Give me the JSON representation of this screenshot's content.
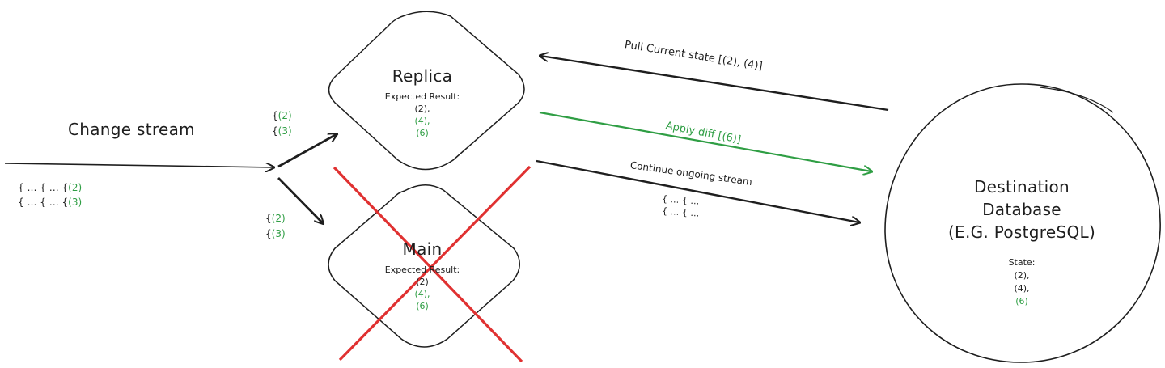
{
  "colors": {
    "black": "#1e1e1e",
    "green": "#2f9e44",
    "red": "#e03131"
  },
  "left": {
    "title": "Change stream",
    "stream_lines": [
      {
        "prefix": "{ …  { …  { ",
        "value": "(2)"
      },
      {
        "prefix": "{ …  { …  { ",
        "value": "(3)"
      }
    ]
  },
  "branches": {
    "upper": [
      {
        "prefix": "{ ",
        "value": "(2)"
      },
      {
        "prefix": "{ ",
        "value": "(3)"
      }
    ],
    "lower": [
      {
        "prefix": "{ ",
        "value": "(2)"
      },
      {
        "prefix": "{ ",
        "value": "(3)"
      }
    ]
  },
  "replica": {
    "title": "Replica",
    "label": "Expected Result:",
    "items": [
      "(2),",
      "(4),",
      "(6)"
    ]
  },
  "main": {
    "title": "Main",
    "label": "Expected Result:",
    "items": [
      "(2)",
      "(4),",
      "(6)"
    ]
  },
  "arrows": {
    "pull": "Pull Current state [(2), (4)]",
    "apply": "Apply diff [(6)]",
    "continue": "Continue ongoing stream",
    "stream_lines": [
      "{ …   { …",
      "{ …   { …"
    ]
  },
  "destination": {
    "title_lines": [
      "Destination",
      "Database",
      "(E.G. PostgreSQL)"
    ],
    "state_label": "State:",
    "items": [
      "(2),",
      "(4),",
      "(6)"
    ]
  }
}
